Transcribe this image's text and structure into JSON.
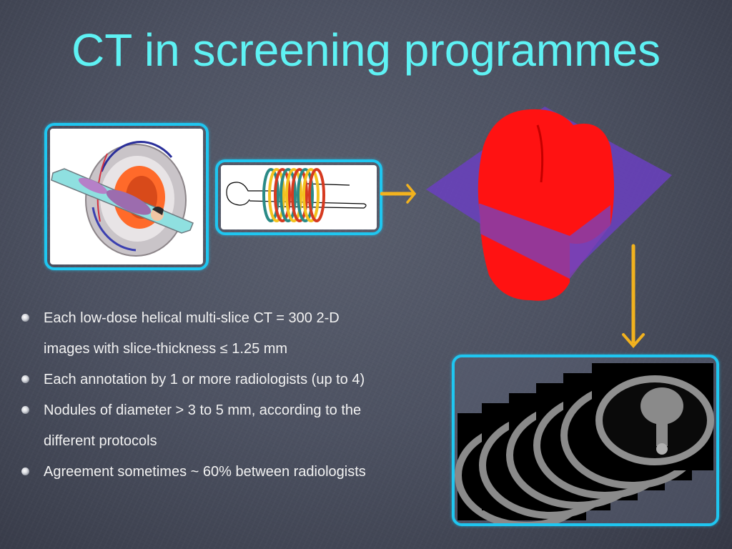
{
  "slide": {
    "title": "CT in screening programmes",
    "title_color": "#5ef2f4",
    "accent_frame_color": "#1fc6f0",
    "arrow_color": "#f2b21e"
  },
  "images": {
    "scanner": {
      "description": "CT scanner with patient on table",
      "icon": "ct-scanner-illustration"
    },
    "helical_rings": {
      "description": "Patient outline inside helical multi-slice rings",
      "icon": "helical-slices-illustration"
    },
    "lung_model": {
      "description": "3-D red lung surface with purple slicing plane",
      "icon": "lung-3d-render"
    },
    "ct_stack": {
      "description": "Stack of axial CT chest slices",
      "icon": "ct-slice-stack"
    }
  },
  "bullets": [
    {
      "lines": [
        "Each low-dose helical multi-slice CT = 300 2-D",
        "images with slice-thickness ≤ 1.25 mm"
      ]
    },
    {
      "lines": [
        "Each annotation by 1 or more radiologists (up to 4)"
      ]
    },
    {
      "lines": [
        "Nodules of diameter > 3 to  5 mm, according to the",
        "different protocols"
      ]
    },
    {
      "lines": [
        "Agreement sometimes ~ 60% between radiologists"
      ]
    }
  ]
}
